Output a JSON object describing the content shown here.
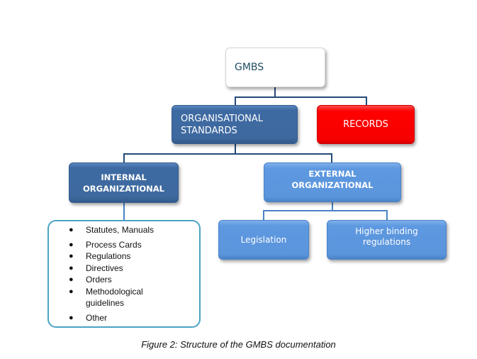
{
  "diagram": {
    "root": {
      "label": "GMBS"
    },
    "level1": [
      {
        "label": "ORGANISATIONAL STANDARDS",
        "color": "#3e6aa3"
      },
      {
        "label": "RECORDS",
        "color": "#ff0000"
      }
    ],
    "level2": [
      {
        "label": "INTERNAL ORGANIZATIONAL",
        "color": "#3e6aa3"
      },
      {
        "label": "EXTERNAL ORGANIZATIONAL",
        "color": "#5d98e0"
      }
    ],
    "external_children": [
      {
        "label": "Legislation",
        "color": "#5d98e0"
      },
      {
        "label": "Higher binding regulations",
        "color": "#5d98e0"
      }
    ],
    "internal_list": {
      "border_color": "#4aa3c4",
      "items": [
        "Statutes, Manuals",
        "Process Cards",
        "Regulations",
        "Directives",
        "Orders",
        "Methodological guidelines",
        "Other"
      ]
    }
  },
  "caption": "Figure 2: Structure of the GMBS documentation"
}
